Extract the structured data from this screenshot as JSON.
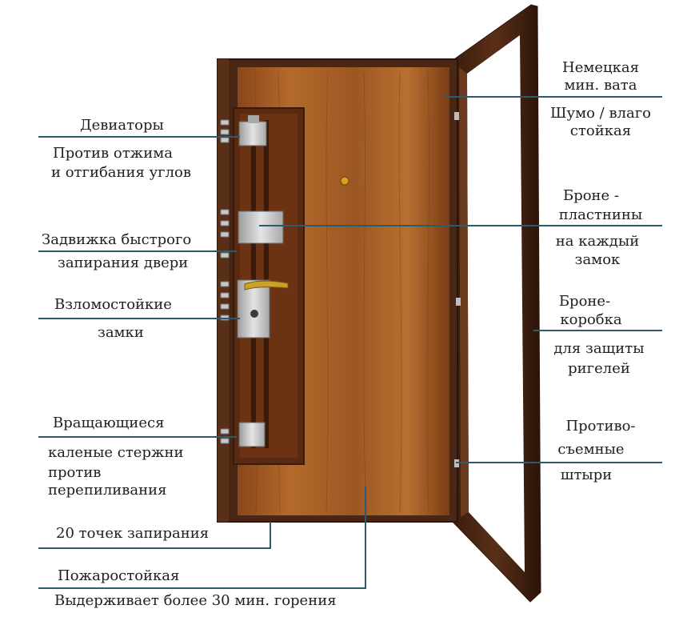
{
  "colors": {
    "leader_line": "#2c5a6e",
    "frame": "#4a2614",
    "frame_edge": "#2b140a",
    "wood_light": "#b46a2c",
    "wood_dark": "#7a3d16",
    "lock_metal": "#cfcfcf",
    "handle_brass": "#c9a22a"
  },
  "labels": {
    "deviators_title": "Девиаторы",
    "deviators_desc": [
      "Против отжима",
      "и отгибания углов"
    ],
    "latch_title": "Задвижка быстрого",
    "latch_desc": "запирания двери",
    "locks_title": "Взломостойкие",
    "locks_desc": "замки",
    "rods_title": "Вращающиеся",
    "rods_desc": [
      "каленые стержни",
      "против",
      "перепиливания"
    ],
    "points": "20 точек запирания",
    "fire_title": "Пожаростойкая",
    "fire_desc": "Выдерживает более 30 мин. горения",
    "wool_title": [
      "Немецкая",
      "мин. вата"
    ],
    "wool_desc": [
      "Шумо / влаго",
      "стойкая"
    ],
    "plates_title": [
      "Броне -",
      "пластнины"
    ],
    "plates_desc": [
      "на каждый",
      "замок"
    ],
    "box_title": [
      "Броне-",
      "коробка"
    ],
    "box_desc": [
      "для защиты",
      "ригелей"
    ],
    "pins_title": [
      "Противо-",
      "съемные"
    ],
    "pins_desc": "штыри"
  }
}
